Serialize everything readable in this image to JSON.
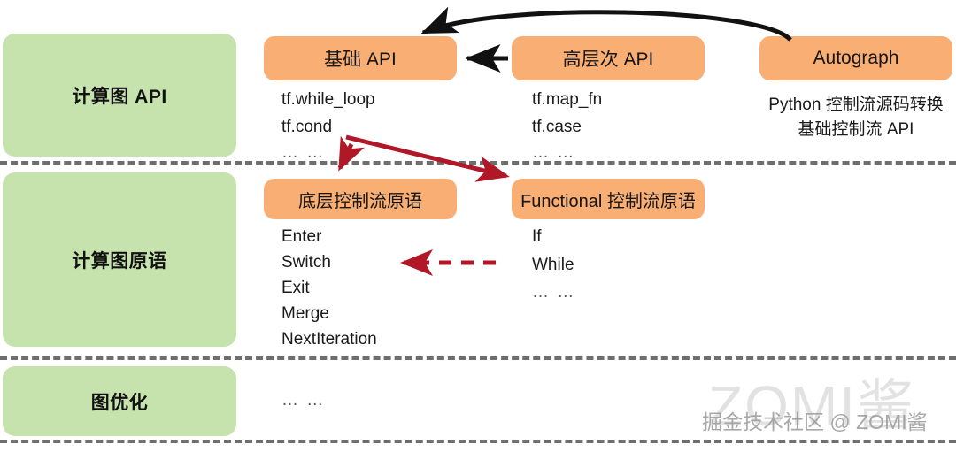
{
  "diagram": {
    "title": "TensorFlow control flow architecture layers",
    "colors": {
      "green_box": "#c6e3ae",
      "orange_box": "#f9ae74",
      "divider": "#6e6e6e",
      "black_arrow": "#111111",
      "red_arrow": "#b01727",
      "text": "#1a1a1a",
      "watermark": "#9a9a9a"
    },
    "layers": [
      {
        "id": "graph-api",
        "label": "计算图 API"
      },
      {
        "id": "graph-primitives",
        "label": "计算图原语"
      },
      {
        "id": "graph-optimization",
        "label": "图优化"
      }
    ],
    "boxes": [
      {
        "id": "basic-api",
        "label": "基础 API"
      },
      {
        "id": "high-level-api",
        "label": "高层次 API"
      },
      {
        "id": "autograph",
        "label": "Autograph"
      },
      {
        "id": "low-level-primitives",
        "label": "底层控制流原语"
      },
      {
        "id": "functional-primitives",
        "label": "Functional 控制流原语"
      }
    ],
    "lists": {
      "basic_api": [
        "tf.while_loop",
        "tf.cond",
        "… …"
      ],
      "high_level_api": [
        "tf.map_fn",
        "tf.case",
        "… …"
      ],
      "autograph_caption": [
        "Python 控制流源码转换",
        "基础控制流 API"
      ],
      "low_level_primitives": [
        "Enter",
        "Switch",
        "Exit",
        "Merge",
        "NextIteration"
      ],
      "functional_primitives": [
        "If",
        "While",
        "… …"
      ],
      "graph_optimization": [
        "… …"
      ]
    },
    "arrows": [
      {
        "id": "arrow-highlevel-to-basic",
        "style": "solid-black",
        "from": "high-level-api",
        "to": "basic-api"
      },
      {
        "id": "arrow-autograph-to-basic",
        "style": "curved-black",
        "from": "autograph",
        "to": "basic-api"
      },
      {
        "id": "arrow-basicapi-to-lowlevel",
        "style": "solid-red",
        "from": "basic-api-list",
        "to": "low-level-primitives"
      },
      {
        "id": "arrow-basicapi-to-functional",
        "style": "solid-red",
        "from": "basic-api-list",
        "to": "functional-primitives"
      },
      {
        "id": "arrow-functional-to-lowlevel",
        "style": "dashed-red",
        "from": "functional-primitives",
        "to": "low-level-primitives"
      }
    ],
    "watermark": {
      "small": "掘金技术社区 @ ZOMI酱",
      "big": "ZOMI酱"
    }
  }
}
